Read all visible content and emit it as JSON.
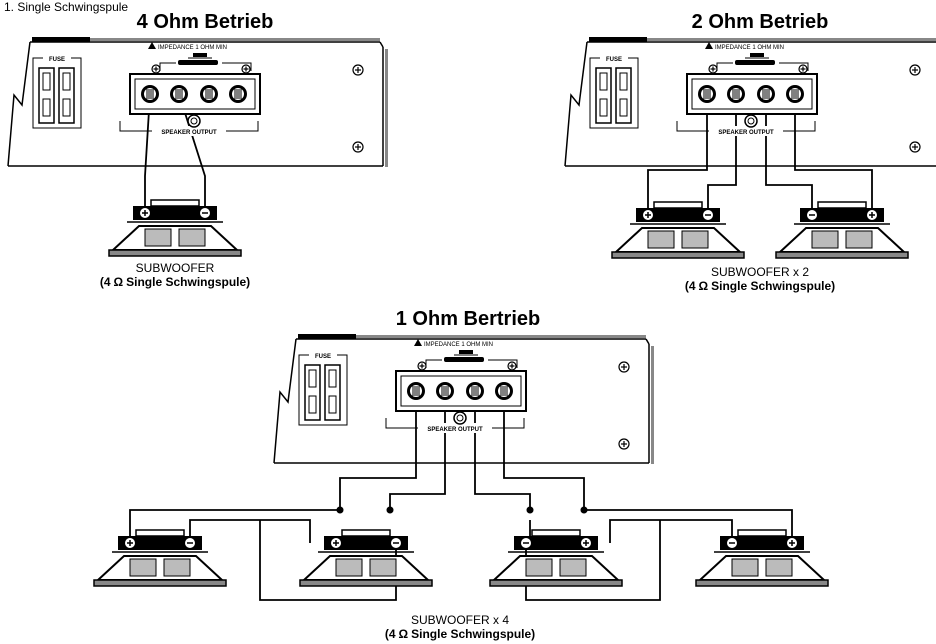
{
  "intro_text": "1. Single Schwingspule",
  "amp_labels": {
    "fuse": "FUSE",
    "impedance_warning": "IMPEDANCE 1 OHM MIN",
    "speaker_output": "SPEAKER OUTPUT"
  },
  "terminal_symbols": {
    "plus": "+",
    "minus": "−"
  },
  "ohm_symbol": "Ω",
  "panels": [
    {
      "title": "4 Ohm Betrieb",
      "caption": "SUBWOOFER",
      "caption_detail_prefix": "(4",
      "caption_detail_suffix": "Single Schwingspule)"
    },
    {
      "title": "2 Ohm Betrieb",
      "caption": "SUBWOOFER x 2",
      "caption_detail_prefix": "(4",
      "caption_detail_suffix": "Single Schwingspule)"
    },
    {
      "title": "1 Ohm Bertrieb",
      "caption": "SUBWOOFER x 4",
      "caption_detail_prefix": "(4",
      "caption_detail_suffix": "Single Schwingspule)"
    }
  ]
}
